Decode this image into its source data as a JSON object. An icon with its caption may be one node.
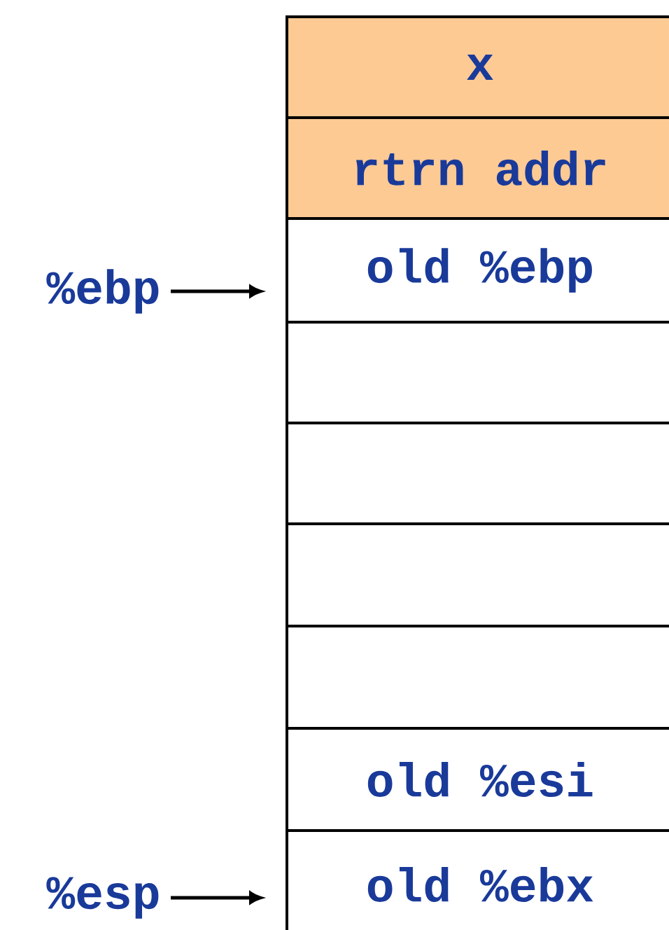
{
  "diagram": {
    "nodes": [
      {
        "text": [
          "x"
        ]
      },
      {
        "text": [
          "rtrn addr"
        ]
      },
      {
        "text": [
          "old %ebp"
        ]
      },
      {
        "text": [],
        "shape": "box"
      },
      {
        "text": [],
        "shape": "box"
      },
      {
        "text": [],
        "shape": "box"
      },
      {
        "text": [],
        "shape": "box"
      },
      {
        "text": [
          "old %esi"
        ]
      },
      {
        "text": [
          "old %ebx"
        ]
      },
      {
        "text": [
          "%ebp"
        ]
      },
      {
        "text": [
          "%esp"
        ]
      }
    ],
    "edges": [
      {
        "from": 9,
        "to": 2,
        "arrow": "to"
      },
      {
        "from": 10,
        "to": 8,
        "arrow": "to"
      }
    ]
  }
}
